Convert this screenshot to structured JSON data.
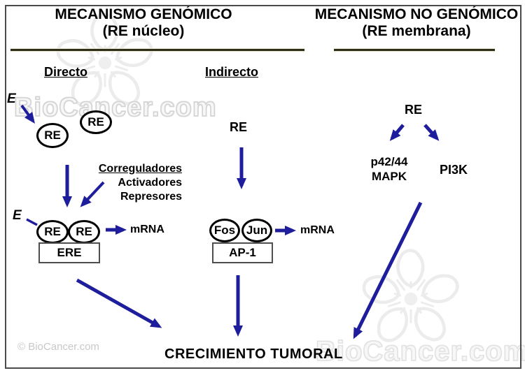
{
  "header": {
    "genomic": {
      "title": "MECANISMO GENÓMICO",
      "subtitle": "(RE núcleo)"
    },
    "nongenomic": {
      "title": "MECANISMO NO GENÓMICO",
      "subtitle": "(RE membrana)"
    }
  },
  "genomic": {
    "direct": {
      "heading": "Directo",
      "ligand": "E",
      "receptor1": "RE",
      "receptor2": "RE",
      "coregulators": {
        "title": "Correguladores",
        "activators": "Activadores",
        "repressors": "Represores"
      },
      "ligand2": "E",
      "dimer1": "RE",
      "dimer2": "RE",
      "response_element": "ERE",
      "output": "mRNA"
    },
    "indirect": {
      "heading": "Indirecto",
      "receptor": "RE",
      "factor1": "Fos",
      "factor2": "Jun",
      "response_element": "AP-1",
      "output": "mRNA"
    }
  },
  "nongenomic": {
    "receptor": "RE",
    "kinase1_line1": "p42/44",
    "kinase1_line2": "MAPK",
    "kinase2": "PI3K"
  },
  "outcome": "CRECIMIENTO TUMORAL",
  "watermarks": {
    "copyright": "© BioCancer.com",
    "brand_top": "BioCancer.com",
    "brand_bottom": "BioCancer.com"
  },
  "colors": {
    "arrow": "#1e1e9c",
    "divider": "#2e2e18",
    "border": "#4b4b4b",
    "watermark_stroke": "#d2d2d2"
  }
}
